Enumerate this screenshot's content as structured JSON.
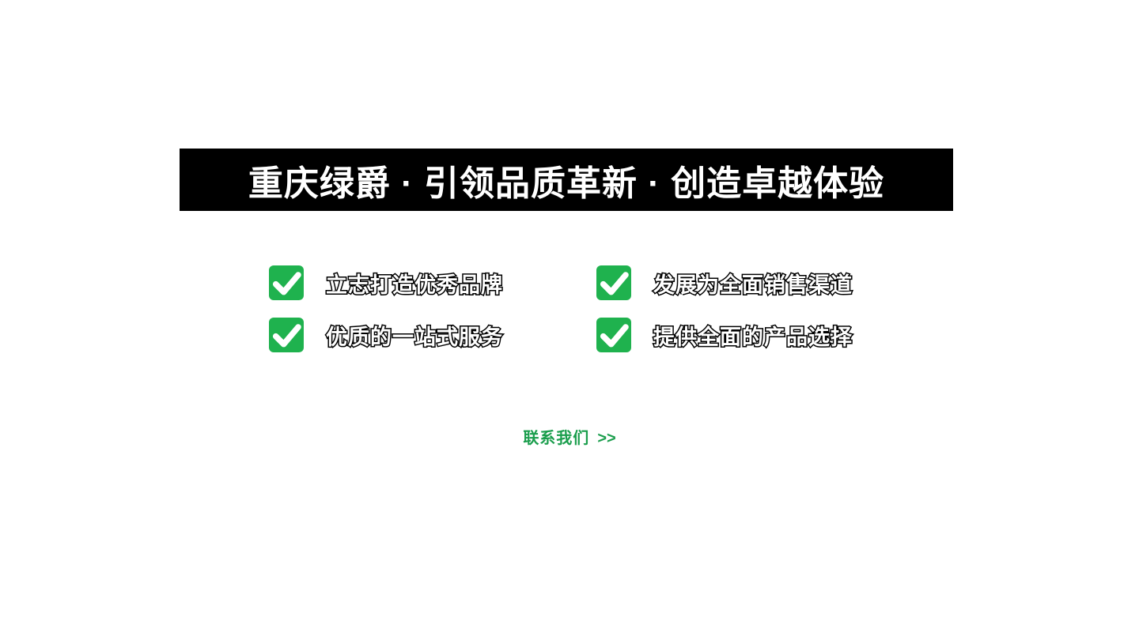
{
  "banner": {
    "title": "重庆绿爵 · 引领品质革新 · 创造卓越体验"
  },
  "features": {
    "items": [
      {
        "label": "立志打造优秀品牌"
      },
      {
        "label": "发展为全面销售渠道"
      },
      {
        "label": "优质的一站式服务"
      },
      {
        "label": "提供全面的产品选择"
      }
    ],
    "icon": "check-icon"
  },
  "contact": {
    "label": "联系我们",
    "arrow": ">>"
  },
  "colors": {
    "banner_bg": "#000000",
    "banner_text": "#ffffff",
    "check_green": "#1fb24e",
    "link_green": "#1b9e4d",
    "feature_text_fill": "#ffffff",
    "feature_text_outline": "#000000"
  }
}
